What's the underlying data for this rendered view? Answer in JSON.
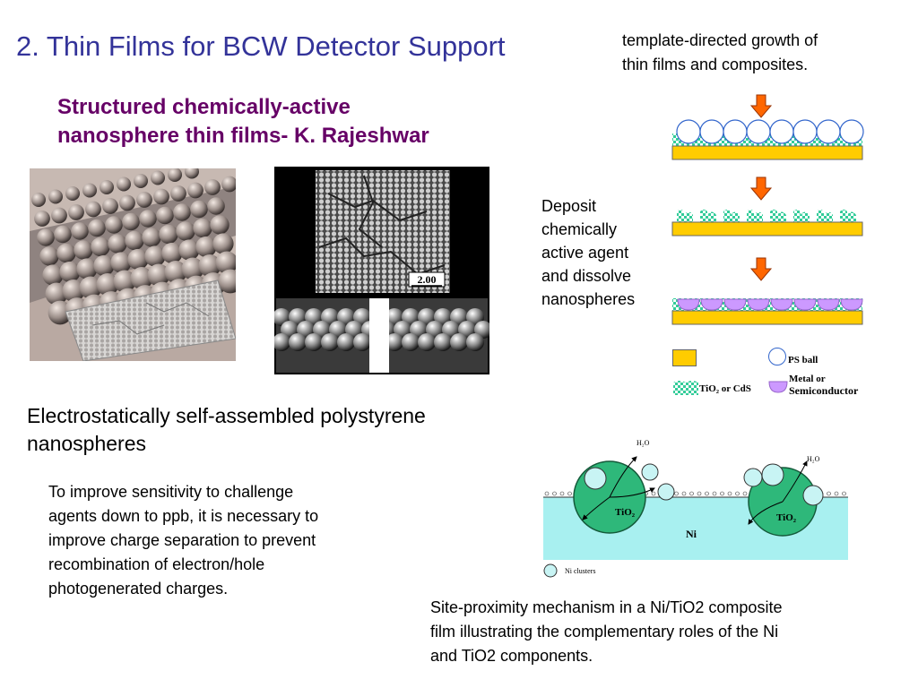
{
  "slide": {
    "title": "2.  Thin Films for BCW Detector Support",
    "subtitle_lines": [
      "Structured chemically-active",
      "nanosphere thin films- K. Rajeshwar"
    ],
    "top_right_lines": [
      "template-directed growth of",
      "thin films and composites."
    ],
    "deposit_lines": [
      "Deposit",
      "chemically",
      "active agent",
      "and dissolve",
      "nanospheres"
    ],
    "legend": {
      "ps_ball": "PS ball",
      "tio2_cds": "TiO₂ or CdS",
      "metal_line1": "Metal or",
      "metal_line2": "Semiconductor"
    },
    "sem_scale": "2.00",
    "electro_lines": [
      "Electrostatically self-assembled polystyrene",
      "nanospheres"
    ],
    "body_lines": [
      "To improve sensitivity to challenge",
      "agents down to ppb, it is necessary to",
      "improve charge separation to prevent",
      "recombination of electron/hole",
      "photogenerated charges."
    ],
    "ni_diagram": {
      "ni_label": "Ni",
      "tio2_label": "TiO₂",
      "h2o_label": "H₂O",
      "legend": "Ni clusters"
    },
    "caption_lines": [
      "Site-proximity mechanism in a Ni/TiO2 composite",
      "film illustrating the complementary roles of the Ni",
      "and TiO2 components."
    ]
  },
  "colors": {
    "title": "#333399",
    "subtitle": "#660066",
    "substrate": "#ffcc00",
    "tio2": "#33cc99",
    "arrow": "#ff6600",
    "metal": "#cc99ff",
    "ni_layer": "#a8f0f0",
    "tio2_particle": "#2eb87a"
  }
}
